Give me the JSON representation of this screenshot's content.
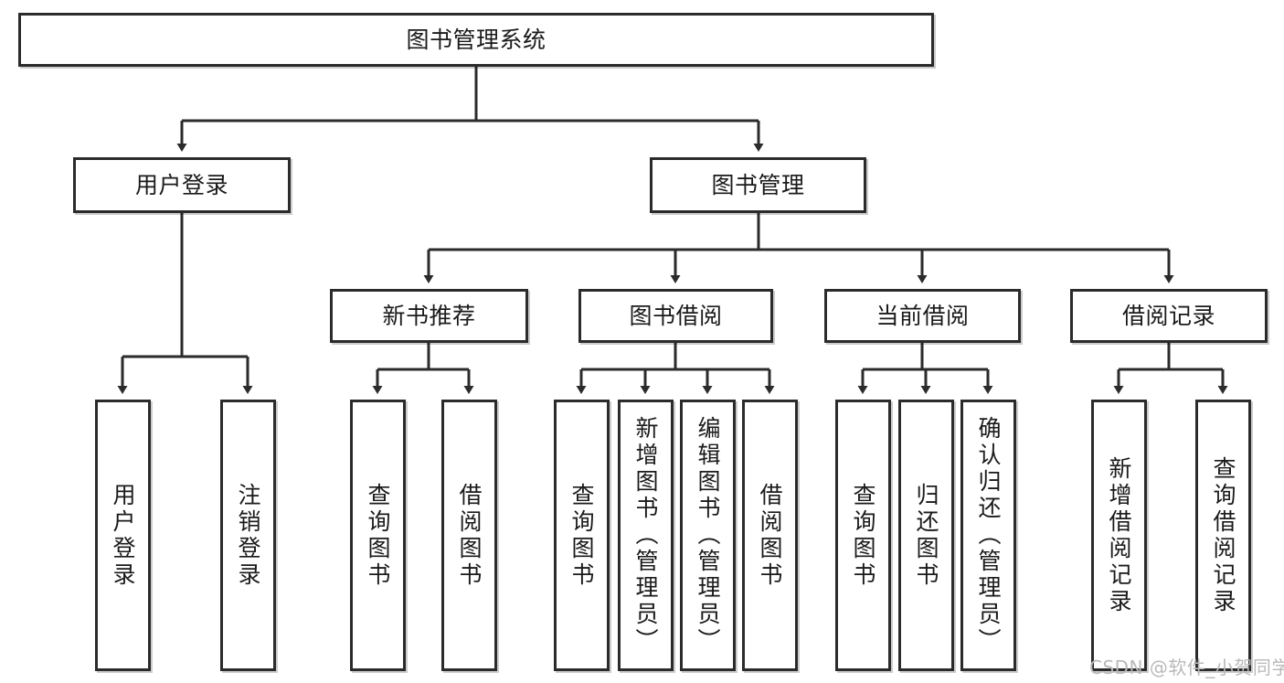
{
  "diagram": {
    "title": "图书管理系统",
    "type": "tree-hierarchy",
    "colors": {
      "box_border": "#2b2b2b",
      "box_fill": "#ffffff",
      "edge": "#2b2b2b",
      "watermark": "#b9b9b9",
      "background": "#ffffff"
    },
    "root": {
      "label": "图书管理系统"
    },
    "level2": [
      {
        "label": "用户登录"
      },
      {
        "label": "图书管理"
      }
    ],
    "level3": [
      {
        "label": "新书推荐"
      },
      {
        "label": "图书借阅"
      },
      {
        "label": "当前借阅"
      },
      {
        "label": "借阅记录"
      }
    ],
    "leaves": {
      "user_login": [
        {
          "label": "用户登录"
        },
        {
          "label": "注销登录"
        }
      ],
      "new_book_recommend": [
        {
          "label": "查询图书"
        },
        {
          "label": "借阅图书"
        }
      ],
      "book_borrow": [
        {
          "label": "查询图书"
        },
        {
          "label": "新增图书（管理员）"
        },
        {
          "label": "编辑图书（管理员）"
        },
        {
          "label": "借阅图书"
        }
      ],
      "current_borrow": [
        {
          "label": "查询图书"
        },
        {
          "label": "归还图书"
        },
        {
          "label": "确认归还（管理员）"
        }
      ],
      "borrow_record": [
        {
          "label": "新增借阅记录"
        },
        {
          "label": "查询借阅记录"
        }
      ]
    }
  },
  "watermark": {
    "text": "CSDN @软件_小贺同学"
  }
}
